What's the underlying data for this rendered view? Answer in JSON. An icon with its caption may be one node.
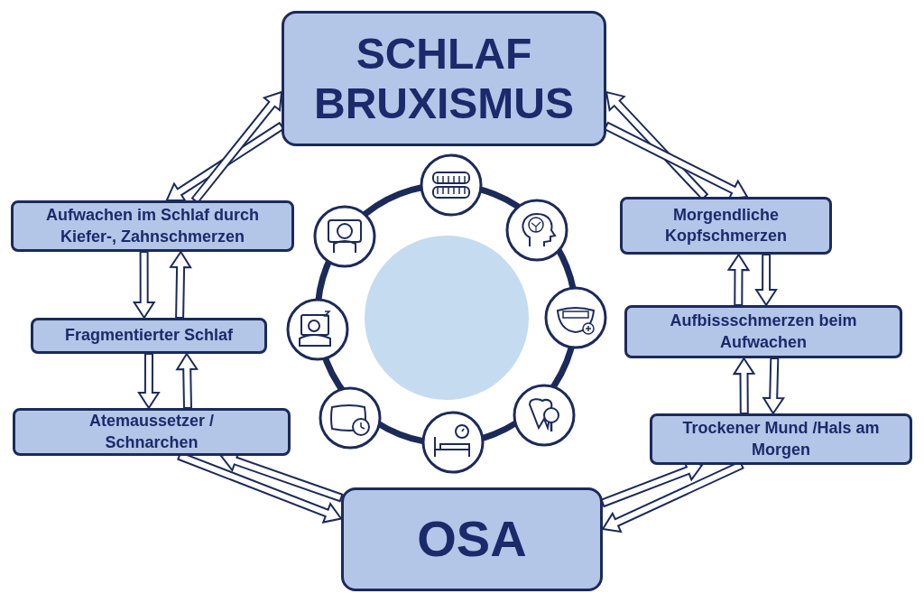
{
  "diagram": {
    "nodes": [
      {
        "text": [
          "SCHLAF BRUXISMUS"
        ]
      },
      {
        "text": [
          "OSA"
        ]
      },
      {
        "text": [
          "Aufwachen im Schlaf durch Kiefer-, Zahnschmerzen"
        ]
      },
      {
        "text": [
          "Fragmentierter Schlaf"
        ]
      },
      {
        "text": [
          "Atemaussetzer / Schnarchen"
        ]
      },
      {
        "text": [
          "Morgendliche Kopfschmerzen"
        ]
      },
      {
        "text": [
          "Aufbissschmerzen beim Aufwachen"
        ]
      },
      {
        "text": [
          "Trockener Mund /Hals am Morgen"
        ]
      }
    ],
    "edges": [
      {
        "from": 0,
        "to": 2,
        "arrow": "to"
      },
      {
        "from": 2,
        "to": 0,
        "arrow": "to"
      },
      {
        "from": 2,
        "to": 3,
        "arrow": "to"
      },
      {
        "from": 3,
        "to": 2,
        "arrow": "to"
      },
      {
        "from": 3,
        "to": 4,
        "arrow": "to"
      },
      {
        "from": 4,
        "to": 3,
        "arrow": "to"
      },
      {
        "from": 4,
        "to": 1,
        "arrow": "to"
      },
      {
        "from": 1,
        "to": 4,
        "arrow": "to"
      },
      {
        "from": 5,
        "to": 0,
        "arrow": "to"
      },
      {
        "from": 0,
        "to": 5,
        "arrow": "to"
      },
      {
        "from": 6,
        "to": 5,
        "arrow": "to"
      },
      {
        "from": 5,
        "to": 6,
        "arrow": "to"
      },
      {
        "from": 7,
        "to": 6,
        "arrow": "to"
      },
      {
        "from": 6,
        "to": 7,
        "arrow": "to"
      },
      {
        "from": 1,
        "to": 7,
        "arrow": "to"
      },
      {
        "from": 7,
        "to": 1,
        "arrow": "to"
      }
    ]
  }
}
